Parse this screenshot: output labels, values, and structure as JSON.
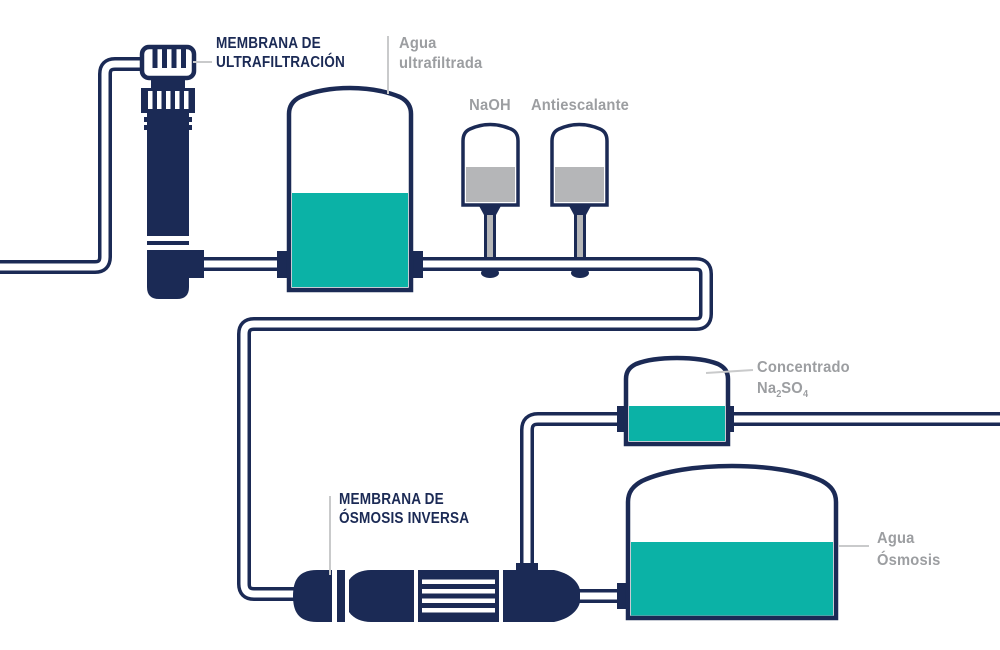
{
  "labels": {
    "uf_membrane": [
      "MEMBRANA DE",
      "ULTRAFILTRACIÓN"
    ],
    "uf_water": [
      "Agua",
      "ultrafiltrada"
    ],
    "naoh": "NaOH",
    "antiscalant": "Antiescalante",
    "concentrate": {
      "line1": "Concentrado",
      "formula": {
        "p1": "Na",
        "s1": "2",
        "p2": "SO",
        "s2": "4"
      }
    },
    "ro_membrane": [
      "MEMBRANA DE",
      "ÓSMOSIS INVERSA"
    ],
    "osmosis_water": [
      "Agua",
      "Ósmosis"
    ]
  },
  "colors": {
    "navy": "#1b2a55",
    "teal": "#0bb2a6",
    "label_gray": "#9c9ea1",
    "liquid_gray": "#b5b6b8",
    "leader_gray": "#c9cacb",
    "background": "#ffffff"
  }
}
